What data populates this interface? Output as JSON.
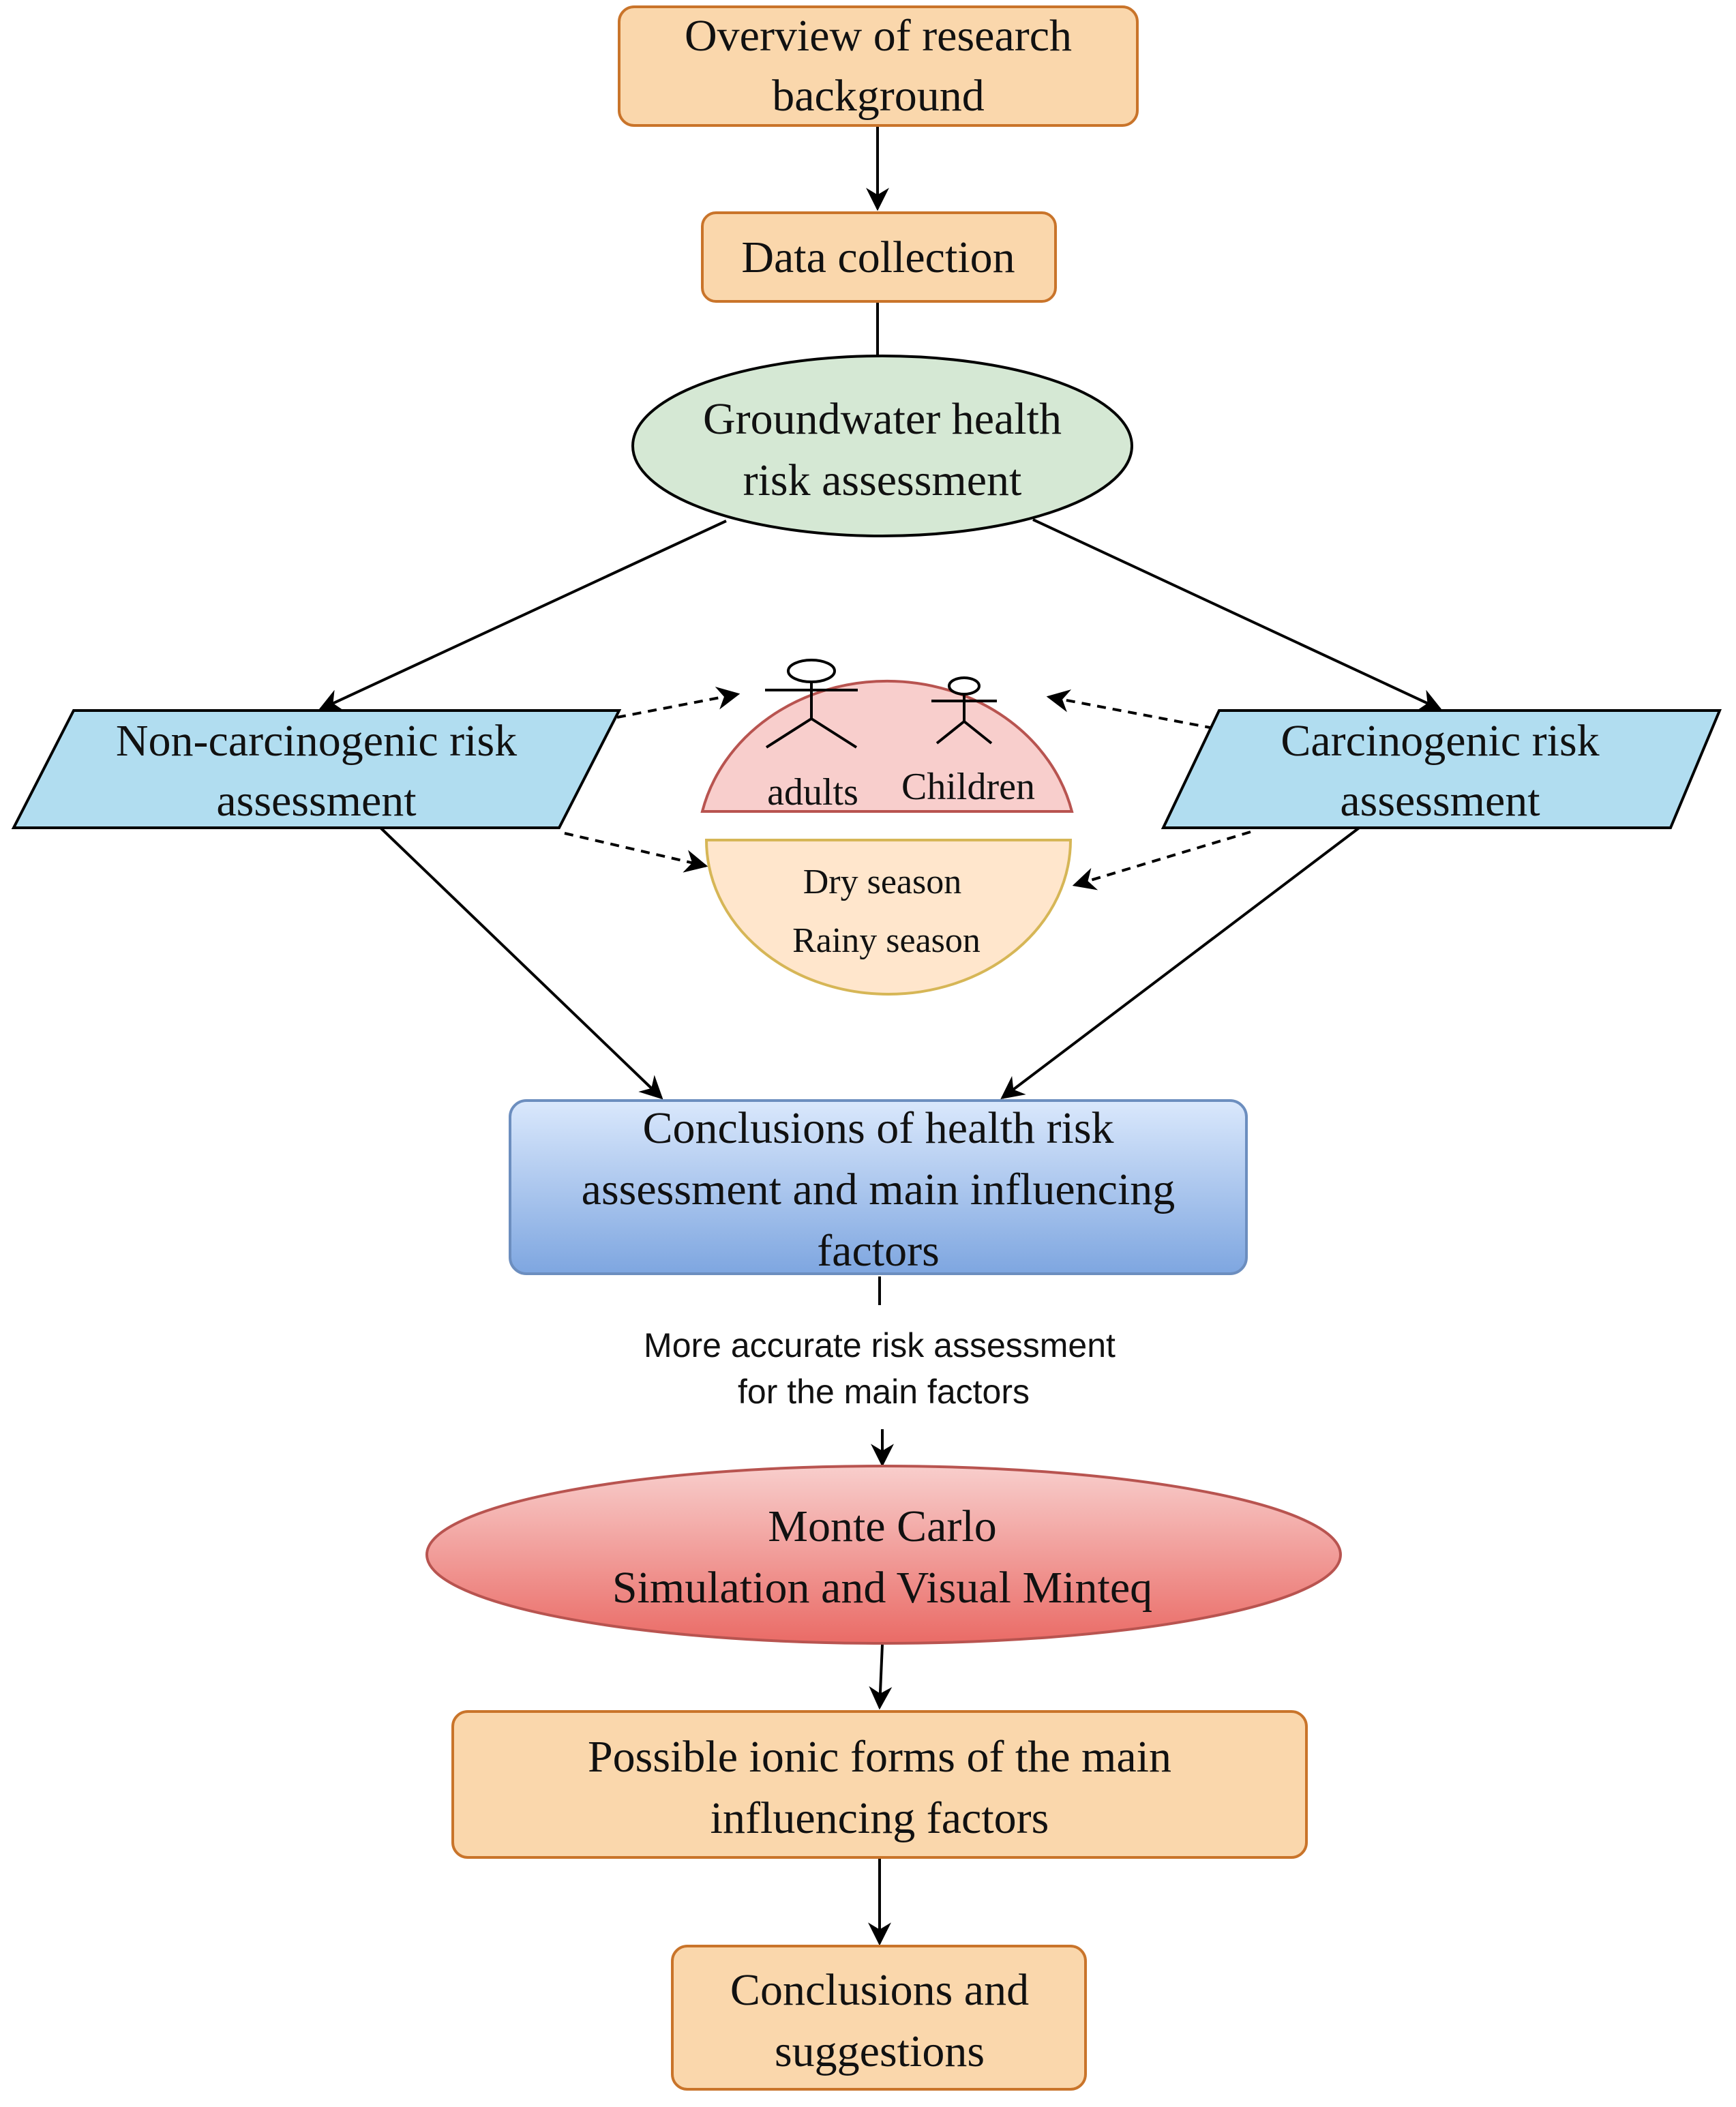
{
  "nodes": {
    "overview": {
      "lines": [
        "Overview of research",
        "background"
      ]
    },
    "data_collection": {
      "lines": [
        "Data collection"
      ]
    },
    "groundwater": {
      "lines": [
        "Groundwater health",
        "risk assessment"
      ]
    },
    "non_carcinogenic": {
      "lines": [
        "Non-carcinogenic risk",
        "assessment"
      ]
    },
    "carcinogenic": {
      "lines": [
        "Carcinogenic risk",
        "assessment"
      ]
    },
    "population": {
      "adults": "adults",
      "children": "Children"
    },
    "season": {
      "dry": "Dry season",
      "rainy": "Rainy season"
    },
    "conclusions_health": {
      "lines": [
        "Conclusions of health risk",
        "assessment and main influencing",
        "factors"
      ]
    },
    "edge_label": {
      "lines": [
        "More accurate risk assessment",
        "for the main factors"
      ]
    },
    "monte_carlo": {
      "lines": [
        "Monte Carlo",
        "Simulation and Visual Minteq"
      ]
    },
    "ionic_forms": {
      "lines": [
        "Possible ionic forms of the main",
        "influencing factors"
      ]
    },
    "conclusions_suggestions": {
      "lines": [
        "Conclusions and",
        "suggestions"
      ]
    }
  },
  "colors": {
    "orange_fill": "#fad7ac",
    "orange_stroke": "#c9742a",
    "green_fill": "#d5e8d4",
    "green_stroke": "#82b366",
    "blue_fill": "#b1ddf0",
    "pink_fill": "#f8cecc",
    "pink_stroke": "#b85450",
    "peach_fill": "#ffe6cc",
    "peach_stroke": "#d6b656"
  }
}
